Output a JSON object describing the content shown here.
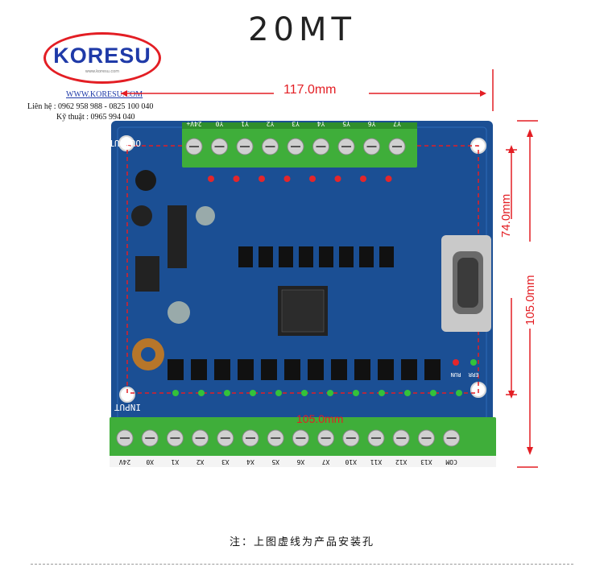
{
  "title": "20MT",
  "logo": {
    "brand": "KORESU",
    "tagline": "www.koresu.com"
  },
  "contact": {
    "website": "WWW.KORESU.COM",
    "phone": "Liên hệ : 0962 958 988 - 0825 100 040",
    "tech": "Kỹ thuật : 0965 994 040"
  },
  "dimensions": {
    "width": "117.0mm",
    "inner_height": "74.0mm",
    "outer_height": "105.0mm",
    "inner_width": "105.0mm"
  },
  "board": {
    "output_label": "OUTPUT",
    "input_label": "INPUT",
    "top_terminals": [
      "24V+",
      "Y0",
      "Y1",
      "Y2",
      "Y3",
      "Y4",
      "Y5",
      "Y6",
      "Y7"
    ],
    "bottom_terminals": [
      "24V",
      "X0",
      "X1",
      "X2",
      "X3",
      "X4",
      "X5",
      "X6",
      "X7",
      "X10",
      "X11",
      "X12",
      "X13",
      "COM"
    ],
    "status_labels": [
      "RUN",
      "ERR"
    ]
  },
  "colors": {
    "board": "#1b4f94",
    "terminal": "#3fae3a",
    "dimension": "#e31e24",
    "brand": "#1f3aa8"
  },
  "note": "注：上图虚线为产品安装孔"
}
